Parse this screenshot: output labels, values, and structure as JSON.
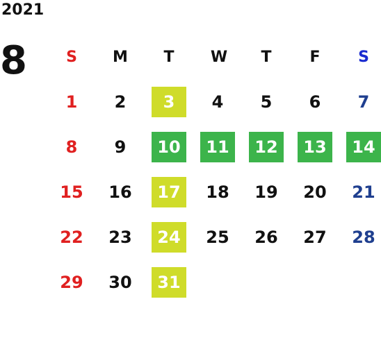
{
  "calendar": {
    "year": "2021",
    "month": "8",
    "weekday_headers": [
      "S",
      "M",
      "T",
      "W",
      "T",
      "F",
      "S"
    ],
    "weeks": [
      [
        {
          "day": "1",
          "style": "sun"
        },
        {
          "day": "2",
          "style": ""
        },
        {
          "day": "3",
          "style": "hl-yellow"
        },
        {
          "day": "4",
          "style": ""
        },
        {
          "day": "5",
          "style": ""
        },
        {
          "day": "6",
          "style": ""
        },
        {
          "day": "7",
          "style": "sat"
        }
      ],
      [
        {
          "day": "8",
          "style": "sun"
        },
        {
          "day": "9",
          "style": ""
        },
        {
          "day": "10",
          "style": "hl-green"
        },
        {
          "day": "11",
          "style": "hl-green"
        },
        {
          "day": "12",
          "style": "hl-green"
        },
        {
          "day": "13",
          "style": "hl-green"
        },
        {
          "day": "14",
          "style": "hl-green"
        }
      ],
      [
        {
          "day": "15",
          "style": "sun"
        },
        {
          "day": "16",
          "style": ""
        },
        {
          "day": "17",
          "style": "hl-yellow"
        },
        {
          "day": "18",
          "style": ""
        },
        {
          "day": "19",
          "style": ""
        },
        {
          "day": "20",
          "style": ""
        },
        {
          "day": "21",
          "style": "sat"
        }
      ],
      [
        {
          "day": "22",
          "style": "sun"
        },
        {
          "day": "23",
          "style": ""
        },
        {
          "day": "24",
          "style": "hl-yellow"
        },
        {
          "day": "25",
          "style": ""
        },
        {
          "day": "26",
          "style": ""
        },
        {
          "day": "27",
          "style": ""
        },
        {
          "day": "28",
          "style": "sat"
        }
      ],
      [
        {
          "day": "29",
          "style": "sun"
        },
        {
          "day": "30",
          "style": ""
        },
        {
          "day": "31",
          "style": "hl-yellow"
        }
      ]
    ]
  },
  "colors": {
    "sunday_red": "#e02020",
    "saturday_blue": "#1f3f8f",
    "highlight_yellow": "#cfdc2a",
    "highlight_green": "#3cb44b"
  }
}
